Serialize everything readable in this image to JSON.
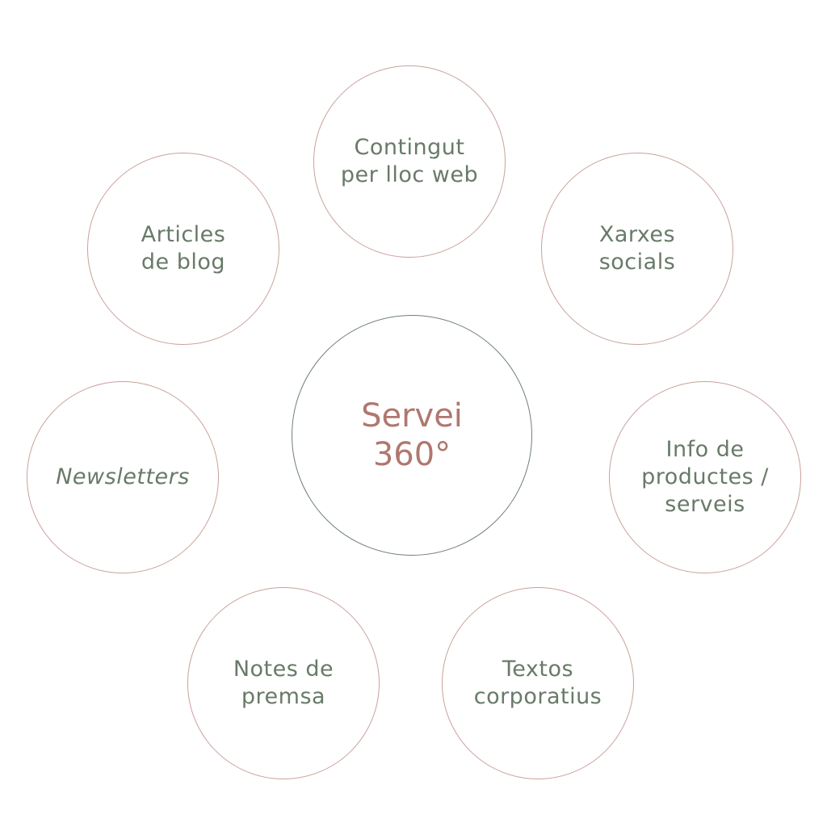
{
  "center": {
    "label": "Servei\n360°"
  },
  "items": [
    {
      "label": "Contingut\nper lloc web"
    },
    {
      "label": "Xarxes\nsocials"
    },
    {
      "label": "Info de\nproductes /\nserveis"
    },
    {
      "label": "Textos\ncorporatius"
    },
    {
      "label": "Notes de\npremsa"
    },
    {
      "label": "Newsletters"
    },
    {
      "label": "Articles\nde blog"
    }
  ],
  "colors": {
    "center_text": "#b0776f",
    "center_stroke": "#6f8172",
    "item_text": "#687a68",
    "item_stroke": "#c9a29c"
  }
}
